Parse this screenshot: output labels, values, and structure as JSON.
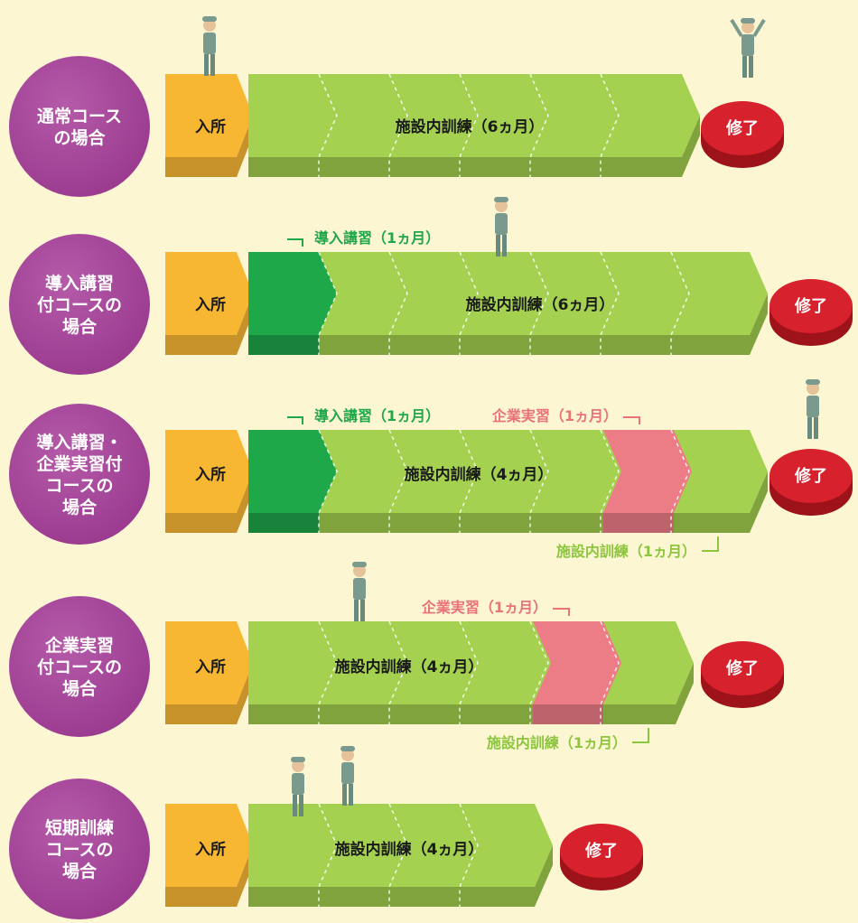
{
  "colors": {
    "background": "#fdf6d3",
    "circle": "#9a3a8f",
    "entry": "#f7b733",
    "training": "#a5d150",
    "orientation": "#1fa84a",
    "internship": "#ec7c86",
    "done": "#d7212c"
  },
  "courses": [
    {
      "label_lines": [
        "通常コース",
        "の場合"
      ],
      "entry": "入所",
      "training": "施設内訓練（6ヵ月）",
      "done": "修了",
      "figure_icon": "person-standing-icon",
      "done_figure_icon": "person-cheering-icon"
    },
    {
      "label_lines": [
        "導入講習",
        "付コースの",
        "場合"
      ],
      "entry": "入所",
      "training": "施設内訓練（6ヵ月）",
      "orientation_note": "導入講習（1ヵ月）",
      "done": "修了",
      "figure_icon": "person-running-icon"
    },
    {
      "label_lines": [
        "導入講習・",
        "企業実習付",
        "コースの",
        "場合"
      ],
      "entry": "入所",
      "training": "施設内訓練（4ヵ月）",
      "orientation_note": "導入講習（1ヵ月）",
      "internship_note": "企業実習（1ヵ月）",
      "extra_training_note": "施設内訓練（1ヵ月）",
      "done": "修了",
      "done_figure_icon": "person-briefcase-icon"
    },
    {
      "label_lines": [
        "企業実習",
        "付コースの",
        "場合"
      ],
      "entry": "入所",
      "training": "施設内訓練（4ヵ月）",
      "internship_note": "企業実習（1ヵ月）",
      "extra_training_note": "施設内訓練（1ヵ月）",
      "done": "修了",
      "figure_icon": "person-arms-crossed-icon"
    },
    {
      "label_lines": [
        "短期訓練",
        "コースの",
        "場合"
      ],
      "entry": "入所",
      "training": "施設内訓練（4ヵ月）",
      "done": "修了",
      "figure_icon": "people-talking-icon"
    }
  ]
}
